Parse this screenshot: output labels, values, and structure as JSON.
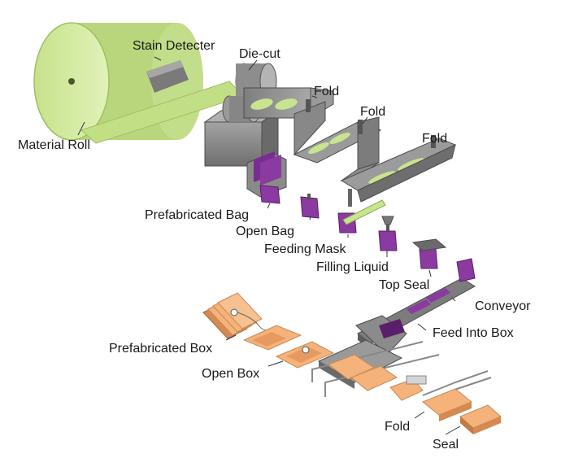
{
  "labels": {
    "material_roll": "Material Roll",
    "stain_detecter": "Stain Detecter",
    "die_cut": "Die-cut",
    "fold_1": "Fold",
    "fold_2": "Fold",
    "fold_3": "Fold",
    "prefabricated_bag": "Prefabricated Bag",
    "open_bag": "Open Bag",
    "feeding_mask": "Feeding Mask",
    "filling_liquid": "Filling Liquid",
    "top_seal": "Top Seal",
    "conveyor": "Conveyor",
    "feed_into_box": "Feed Into Box",
    "prefabricated_box": "Prefabricated Box",
    "open_box": "Open Box",
    "fold_box": "Fold",
    "seal": "Seal"
  },
  "colors": {
    "roll_fill": "#cfe89a",
    "roll_side": "#b8d880",
    "machine_gray": "#8c8c8c",
    "machine_dark": "#5f5f5f",
    "bag_purple": "#8a3aa0",
    "box_orange": "#f5b27a",
    "box_dark": "#d48a52"
  }
}
